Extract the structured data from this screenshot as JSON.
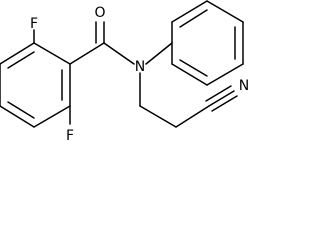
{
  "molecule": {
    "atoms": [
      {
        "id": "f1",
        "element": "F",
        "label": "F"
      },
      {
        "id": "f2",
        "element": "F",
        "label": "F"
      },
      {
        "id": "o1",
        "element": "O",
        "label": "O"
      },
      {
        "id": "n1",
        "element": "N",
        "label": "N"
      },
      {
        "id": "n2",
        "element": "N",
        "label": "N"
      }
    ]
  }
}
